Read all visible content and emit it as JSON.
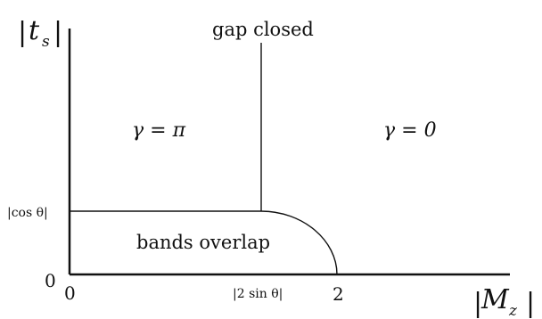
{
  "axes": {
    "y_label_var": "t",
    "y_label_sub": "s",
    "x_label_var": "M",
    "x_label_sub": "z"
  },
  "ticks": {
    "y_zero": "0",
    "y_cos": "|cos θ|",
    "x_zero": "0",
    "x_sin": "|2 sin θ|",
    "x_two": "2"
  },
  "regions": {
    "top_label": "gap closed",
    "left_phase": "γ = π",
    "right_phase": "γ = 0",
    "bottom_label": "bands overlap"
  },
  "colors": {
    "line": "#111111",
    "background": "#ffffff"
  }
}
